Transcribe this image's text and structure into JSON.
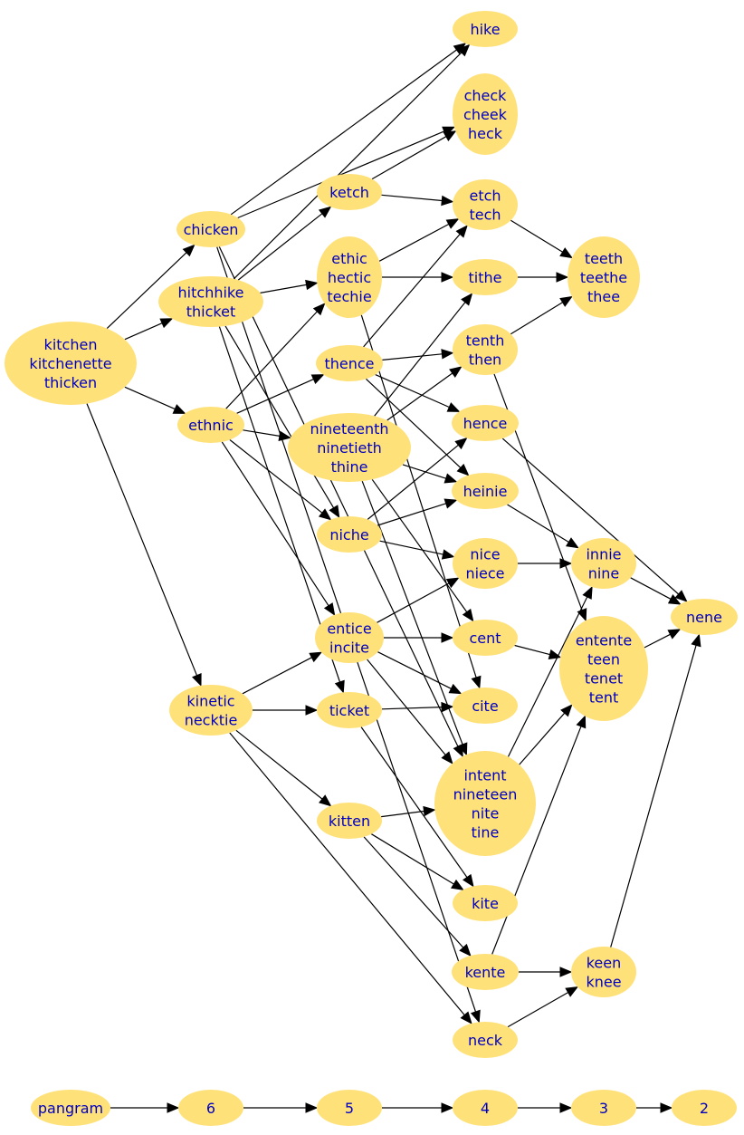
{
  "graph": {
    "nodes": [
      {
        "id": "kitchen",
        "lines": [
          "kitchen",
          "kitchenette",
          "thicken"
        ]
      },
      {
        "id": "chicken",
        "lines": [
          "chicken"
        ]
      },
      {
        "id": "hitchhike",
        "lines": [
          "hitchhike",
          "thicket"
        ]
      },
      {
        "id": "ethnic",
        "lines": [
          "ethnic"
        ]
      },
      {
        "id": "kinetic",
        "lines": [
          "kinetic",
          "necktie"
        ]
      },
      {
        "id": "ketch",
        "lines": [
          "ketch"
        ]
      },
      {
        "id": "ethic",
        "lines": [
          "ethic",
          "hectic",
          "techie"
        ]
      },
      {
        "id": "thence",
        "lines": [
          "thence"
        ]
      },
      {
        "id": "nineteenth",
        "lines": [
          "nineteenth",
          "ninetieth",
          "thine"
        ]
      },
      {
        "id": "niche",
        "lines": [
          "niche"
        ]
      },
      {
        "id": "entice",
        "lines": [
          "entice",
          "incite"
        ]
      },
      {
        "id": "ticket",
        "lines": [
          "ticket"
        ]
      },
      {
        "id": "kitten",
        "lines": [
          "kitten"
        ]
      },
      {
        "id": "hike",
        "lines": [
          "hike"
        ]
      },
      {
        "id": "check",
        "lines": [
          "check",
          "cheek",
          "heck"
        ]
      },
      {
        "id": "etch",
        "lines": [
          "etch",
          "tech"
        ]
      },
      {
        "id": "tithe",
        "lines": [
          "tithe"
        ]
      },
      {
        "id": "tenth",
        "lines": [
          "tenth",
          "then"
        ]
      },
      {
        "id": "hence",
        "lines": [
          "hence"
        ]
      },
      {
        "id": "heinie",
        "lines": [
          "heinie"
        ]
      },
      {
        "id": "nice",
        "lines": [
          "nice",
          "niece"
        ]
      },
      {
        "id": "cent",
        "lines": [
          "cent"
        ]
      },
      {
        "id": "cite",
        "lines": [
          "cite"
        ]
      },
      {
        "id": "intent",
        "lines": [
          "intent",
          "nineteen",
          "nite",
          "tine"
        ]
      },
      {
        "id": "kite",
        "lines": [
          "kite"
        ]
      },
      {
        "id": "kente",
        "lines": [
          "kente"
        ]
      },
      {
        "id": "neck",
        "lines": [
          "neck"
        ]
      },
      {
        "id": "teeth",
        "lines": [
          "teeth",
          "teethe",
          "thee"
        ]
      },
      {
        "id": "innie",
        "lines": [
          "innie",
          "nine"
        ]
      },
      {
        "id": "entente",
        "lines": [
          "entente",
          "teen",
          "tenet",
          "tent"
        ]
      },
      {
        "id": "keen",
        "lines": [
          "keen",
          "knee"
        ]
      },
      {
        "id": "nene",
        "lines": [
          "nene"
        ]
      },
      {
        "id": "pangram",
        "lines": [
          "pangram"
        ]
      },
      {
        "id": "l6",
        "lines": [
          "6"
        ]
      },
      {
        "id": "l5",
        "lines": [
          "5"
        ]
      },
      {
        "id": "l4",
        "lines": [
          "4"
        ]
      },
      {
        "id": "l3",
        "lines": [
          "3"
        ]
      },
      {
        "id": "l2",
        "lines": [
          "2"
        ]
      }
    ],
    "edges": [
      {
        "from": "kitchen",
        "to": "chicken"
      },
      {
        "from": "kitchen",
        "to": "hitchhike"
      },
      {
        "from": "kitchen",
        "to": "ethnic"
      },
      {
        "from": "kitchen",
        "to": "kinetic"
      },
      {
        "from": "chicken",
        "to": "hike"
      },
      {
        "from": "chicken",
        "to": "check"
      },
      {
        "from": "chicken",
        "to": "intent"
      },
      {
        "from": "chicken",
        "to": "neck"
      },
      {
        "from": "hitchhike",
        "to": "hike"
      },
      {
        "from": "hitchhike",
        "to": "ketch"
      },
      {
        "from": "hitchhike",
        "to": "ethic"
      },
      {
        "from": "hitchhike",
        "to": "niche"
      },
      {
        "from": "hitchhike",
        "to": "ticket"
      },
      {
        "from": "ethnic",
        "to": "ethic"
      },
      {
        "from": "ethnic",
        "to": "thence"
      },
      {
        "from": "ethnic",
        "to": "nineteenth"
      },
      {
        "from": "ethnic",
        "to": "niche"
      },
      {
        "from": "ethnic",
        "to": "entice"
      },
      {
        "from": "kinetic",
        "to": "entice"
      },
      {
        "from": "kinetic",
        "to": "ticket"
      },
      {
        "from": "kinetic",
        "to": "kitten"
      },
      {
        "from": "kinetic",
        "to": "neck"
      },
      {
        "from": "ketch",
        "to": "check"
      },
      {
        "from": "ketch",
        "to": "etch"
      },
      {
        "from": "ethic",
        "to": "etch"
      },
      {
        "from": "ethic",
        "to": "tithe"
      },
      {
        "from": "ethic",
        "to": "cite"
      },
      {
        "from": "thence",
        "to": "etch"
      },
      {
        "from": "thence",
        "to": "tenth"
      },
      {
        "from": "thence",
        "to": "hence"
      },
      {
        "from": "thence",
        "to": "heinie"
      },
      {
        "from": "nineteenth",
        "to": "tithe"
      },
      {
        "from": "nineteenth",
        "to": "tenth"
      },
      {
        "from": "nineteenth",
        "to": "heinie"
      },
      {
        "from": "nineteenth",
        "to": "cent"
      },
      {
        "from": "nineteenth",
        "to": "intent"
      },
      {
        "from": "niche",
        "to": "hence"
      },
      {
        "from": "niche",
        "to": "heinie"
      },
      {
        "from": "niche",
        "to": "nice"
      },
      {
        "from": "entice",
        "to": "nice"
      },
      {
        "from": "entice",
        "to": "cent"
      },
      {
        "from": "entice",
        "to": "cite"
      },
      {
        "from": "entice",
        "to": "intent"
      },
      {
        "from": "ticket",
        "to": "cite"
      },
      {
        "from": "ticket",
        "to": "kite"
      },
      {
        "from": "kitten",
        "to": "intent"
      },
      {
        "from": "kitten",
        "to": "kite"
      },
      {
        "from": "kitten",
        "to": "kente"
      },
      {
        "from": "etch",
        "to": "teeth"
      },
      {
        "from": "tithe",
        "to": "teeth"
      },
      {
        "from": "tenth",
        "to": "teeth"
      },
      {
        "from": "tenth",
        "to": "entente"
      },
      {
        "from": "hence",
        "to": "nene"
      },
      {
        "from": "heinie",
        "to": "innie"
      },
      {
        "from": "nice",
        "to": "innie"
      },
      {
        "from": "cent",
        "to": "entente"
      },
      {
        "from": "intent",
        "to": "innie"
      },
      {
        "from": "intent",
        "to": "entente"
      },
      {
        "from": "kente",
        "to": "keen"
      },
      {
        "from": "kente",
        "to": "entente"
      },
      {
        "from": "neck",
        "to": "keen"
      },
      {
        "from": "innie",
        "to": "nene"
      },
      {
        "from": "entente",
        "to": "nene"
      },
      {
        "from": "keen",
        "to": "nene"
      },
      {
        "from": "pangram",
        "to": "l6"
      },
      {
        "from": "l6",
        "to": "l5"
      },
      {
        "from": "l5",
        "to": "l4"
      },
      {
        "from": "l4",
        "to": "l3"
      },
      {
        "from": "l3",
        "to": "l2"
      }
    ]
  },
  "colors": {
    "node_fill": "#ffe17a",
    "node_text": "#0000c0",
    "edge": "#000000",
    "background": "#ffffff"
  }
}
